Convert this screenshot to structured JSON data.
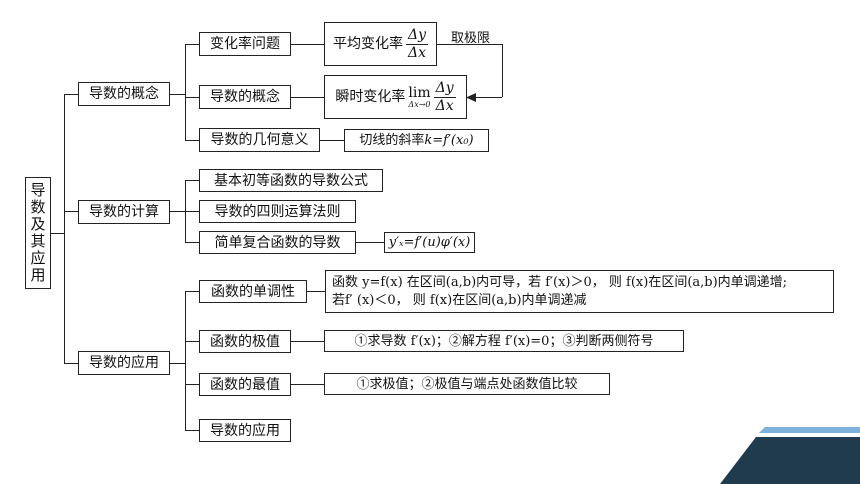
{
  "root": {
    "label": "导数及其应用"
  },
  "level1": {
    "concept": "导数的概念",
    "calc": "导数的计算",
    "app": "导数的应用"
  },
  "concept": {
    "rate_problem": "变化率问题",
    "concept": "导数的概念",
    "geometry": "导数的几何意义",
    "avg_rate_prefix": "平均变化率",
    "inst_rate_prefix": "瞬时变化率",
    "frac_num": "Δy",
    "frac_den": "Δx",
    "lim_word": "lim",
    "lim_sub": "Δx→0",
    "take_limit": "取极限",
    "tangent_prefix": "切线的斜率 ",
    "tangent_formula": "k=f′(x₀)"
  },
  "calc": {
    "basic_formulas": "基本初等函数的导数公式",
    "rules": "导数的四则运算法则",
    "composite": "简单复合函数的导数",
    "composite_formula": "y′ₓ=f′(u)φ′(x)"
  },
  "app": {
    "monotonic": "函数的单调性",
    "monotonic_line1": "函数 y=f(x) 在区间(a,b)内可导，若 f′(x)＞0， 则 f(x)在区间(a,b)内单调递增;",
    "monotonic_line2": "若f′ (x)＜0， 则 f(x)在区间(a,b)内单调递减",
    "extreme": "函数的极值",
    "extreme_desc": "①求导数 f′(x)；②解方程 f′(x)=0；③判断两侧符号",
    "maximum": "函数的最值",
    "maximum_desc": "①求极值；②极值与端点处函数值比较",
    "usage": "导数的应用"
  },
  "colors": {
    "line": "#222222",
    "decor_dark": "#1f3b4d",
    "decor_light": "#7fb2db"
  }
}
